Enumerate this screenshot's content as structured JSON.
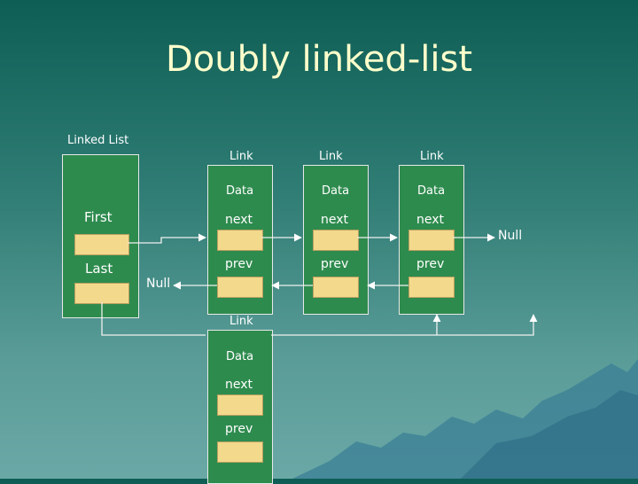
{
  "title": "Doubly linked-list",
  "list": {
    "caption": "Linked List",
    "first_label": "First",
    "last_label": "Last"
  },
  "links": [
    {
      "name": "Link",
      "data": "Data",
      "next": "next",
      "prev": "prev"
    },
    {
      "name": "Link",
      "data": "Data",
      "next": "next",
      "prev": "prev"
    },
    {
      "name": "Link",
      "data": "Data",
      "next": "next",
      "prev": "prev"
    }
  ],
  "new_link": {
    "name": "Link",
    "data": "Data",
    "next": "next",
    "prev": "prev"
  },
  "null_left": "Null",
  "null_right": "Null",
  "colors": {
    "node_fill": "#2e8b4e",
    "field_fill": "#f3d98c",
    "title": "#ffffcc"
  }
}
